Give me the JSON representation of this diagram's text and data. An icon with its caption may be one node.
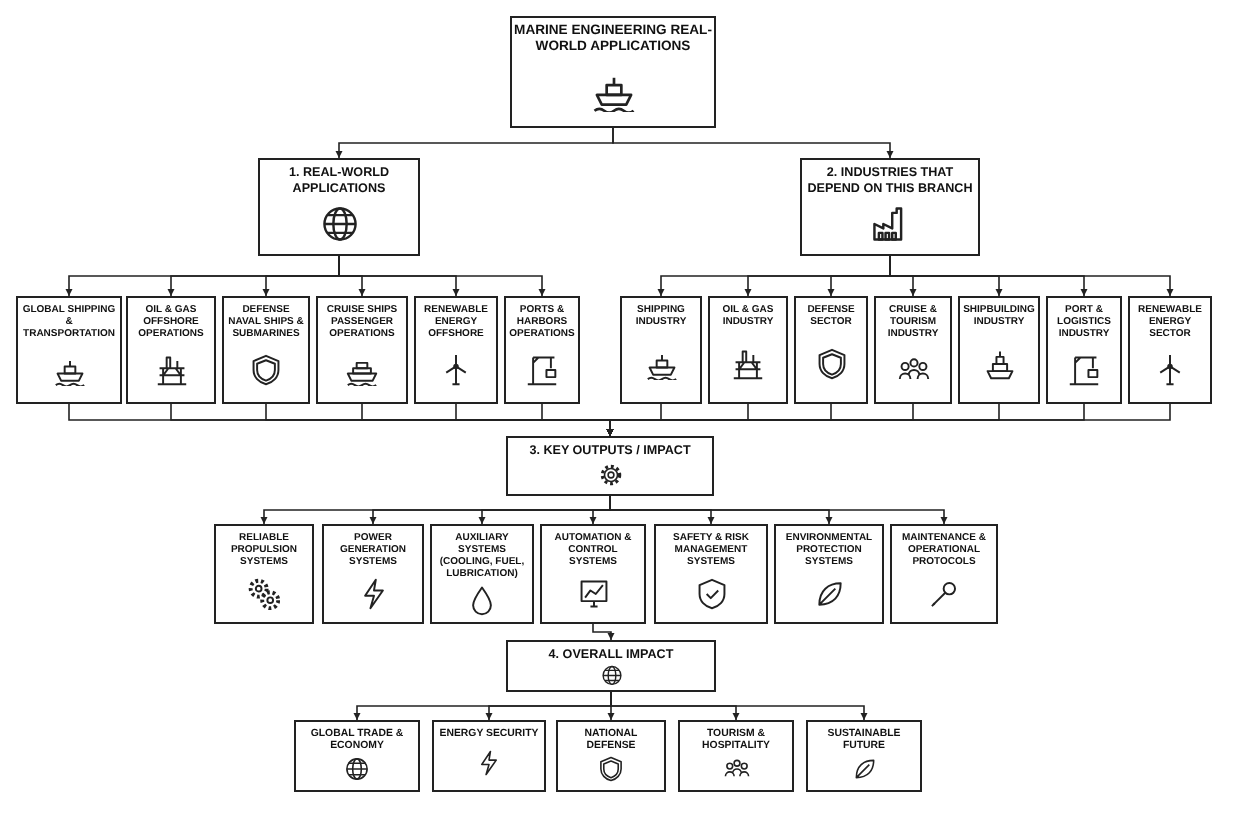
{
  "diagram": {
    "nodes": [
      {
        "text": [
          "MARINE ENGINEERING REAL-WORLD APPLICATIONS"
        ]
      },
      {
        "text": [
          "1. REAL-WORLD APPLICATIONS"
        ]
      },
      {
        "text": [
          "2. INDUSTRIES THAT DEPEND ON THIS BRANCH"
        ]
      },
      {
        "text": [
          "GLOBAL SHIPPING & TRANSPORTATION"
        ]
      },
      {
        "text": [
          "OIL & GAS OFFSHORE OPERATIONS"
        ]
      },
      {
        "text": [
          "DEFENSE NAVAL SHIPS & SUBMARINES"
        ]
      },
      {
        "text": [
          "CRUISE SHIPS PASSENGER OPERATIONS"
        ]
      },
      {
        "text": [
          "RENEWABLE ENERGY OFFSHORE"
        ]
      },
      {
        "text": [
          "PORTS & HARBORS OPERATIONS"
        ]
      },
      {
        "text": [
          "SHIPPING INDUSTRY"
        ]
      },
      {
        "text": [
          "OIL & GAS INDUSTRY"
        ]
      },
      {
        "text": [
          "DEFENSE SECTOR"
        ]
      },
      {
        "text": [
          "CRUISE & TOURISM INDUSTRY"
        ]
      },
      {
        "text": [
          "SHIPBUILDING INDUSTRY"
        ]
      },
      {
        "text": [
          "PORT & LOGISTICS INDUSTRY"
        ]
      },
      {
        "text": [
          "RENEWABLE ENERGY SECTOR"
        ]
      },
      {
        "text": [
          "3. KEY OUTPUTS / IMPACT"
        ]
      },
      {
        "text": [
          "RELIABLE PROPULSION SYSTEMS"
        ]
      },
      {
        "text": [
          "POWER GENERATION SYSTEMS"
        ]
      },
      {
        "text": [
          "AUXILIARY SYSTEMS (COOLING, FUEL, LUBRICATION)"
        ]
      },
      {
        "text": [
          "AUTOMATION & CONTROL SYSTEMS"
        ]
      },
      {
        "text": [
          "SAFETY & RISK MANAGEMENT SYSTEMS"
        ]
      },
      {
        "text": [
          "ENVIRONMENTAL PROTECTION SYSTEMS"
        ]
      },
      {
        "text": [
          "MAINTENANCE & OPERATIONAL PROTOCOLS"
        ]
      },
      {
        "text": [
          "4. OVERALL IMPACT"
        ]
      },
      {
        "text": [
          "GLOBAL TRADE & ECONOMY"
        ]
      },
      {
        "text": [
          "ENERGY SECURITY"
        ]
      },
      {
        "text": [
          "NATIONAL DEFENSE"
        ]
      },
      {
        "text": [
          "TOURISM & HOSPITALITY"
        ]
      },
      {
        "text": [
          "SUSTAINABLE FUTURE"
        ]
      }
    ],
    "edges": [
      {
        "from": 0,
        "to": 1,
        "arrow": "to"
      },
      {
        "from": 0,
        "to": 2,
        "arrow": "to"
      },
      {
        "from": 1,
        "to": 3,
        "arrow": "to"
      },
      {
        "from": 1,
        "to": 4,
        "arrow": "to"
      },
      {
        "from": 1,
        "to": 5,
        "arrow": "to"
      },
      {
        "from": 1,
        "to": 6,
        "arrow": "to"
      },
      {
        "from": 1,
        "to": 7,
        "arrow": "to"
      },
      {
        "from": 1,
        "to": 8,
        "arrow": "to"
      },
      {
        "from": 2,
        "to": 9,
        "arrow": "to"
      },
      {
        "from": 2,
        "to": 10,
        "arrow": "to"
      },
      {
        "from": 2,
        "to": 11,
        "arrow": "to"
      },
      {
        "from": 2,
        "to": 12,
        "arrow": "to"
      },
      {
        "from": 2,
        "to": 13,
        "arrow": "to"
      },
      {
        "from": 2,
        "to": 14,
        "arrow": "to"
      },
      {
        "from": 2,
        "to": 15,
        "arrow": "to"
      },
      {
        "from": 3,
        "to": 16,
        "arrow": "to"
      },
      {
        "from": 4,
        "to": 16,
        "arrow": "to"
      },
      {
        "from": 5,
        "to": 16,
        "arrow": "to"
      },
      {
        "from": 6,
        "to": 16,
        "arrow": "to"
      },
      {
        "from": 7,
        "to": 16,
        "arrow": "to"
      },
      {
        "from": 8,
        "to": 16,
        "arrow": "to"
      },
      {
        "from": 9,
        "to": 16,
        "arrow": "to"
      },
      {
        "from": 10,
        "to": 16,
        "arrow": "to"
      },
      {
        "from": 11,
        "to": 16,
        "arrow": "to"
      },
      {
        "from": 12,
        "to": 16,
        "arrow": "to"
      },
      {
        "from": 13,
        "to": 16,
        "arrow": "to"
      },
      {
        "from": 14,
        "to": 16,
        "arrow": "to"
      },
      {
        "from": 15,
        "to": 16,
        "arrow": "to"
      },
      {
        "from": 16,
        "to": 17,
        "arrow": "to"
      },
      {
        "from": 16,
        "to": 18,
        "arrow": "to"
      },
      {
        "from": 16,
        "to": 19,
        "arrow": "to"
      },
      {
        "from": 16,
        "to": 20,
        "arrow": "to"
      },
      {
        "from": 16,
        "to": 21,
        "arrow": "to"
      },
      {
        "from": 16,
        "to": 22,
        "arrow": "to"
      },
      {
        "from": 16,
        "to": 23,
        "arrow": "to"
      },
      {
        "from": 20,
        "to": 24,
        "arrow": "to"
      },
      {
        "from": 24,
        "to": 25,
        "arrow": "to"
      },
      {
        "from": 24,
        "to": 26,
        "arrow": "to"
      },
      {
        "from": 24,
        "to": 27,
        "arrow": "to"
      },
      {
        "from": 24,
        "to": 28,
        "arrow": "to"
      },
      {
        "from": 24,
        "to": 29,
        "arrow": "to"
      }
    ]
  }
}
